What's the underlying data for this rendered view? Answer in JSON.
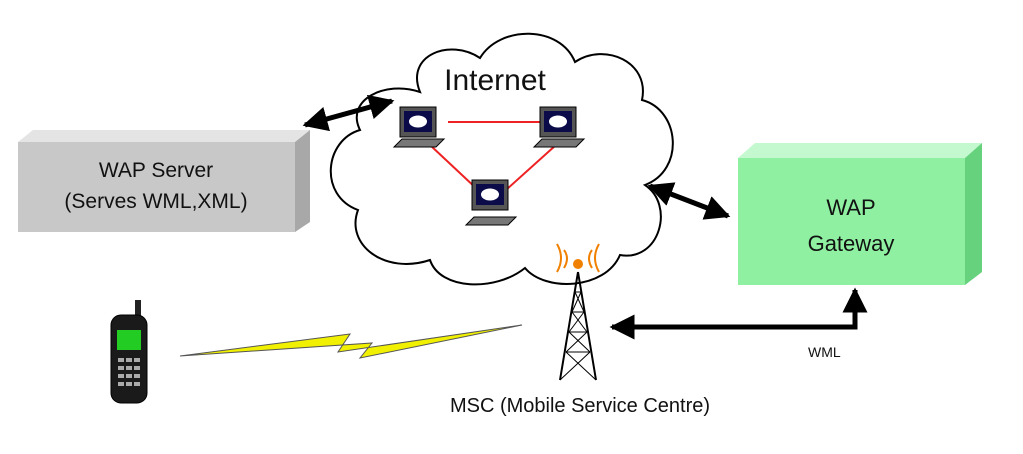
{
  "internet": {
    "label": "Internet"
  },
  "wap_server": {
    "line1": "WAP Server",
    "line2": "(Serves WML,XML)"
  },
  "wap_gateway": {
    "line1": "WAP",
    "line2": "Gateway"
  },
  "wml_label": "WML",
  "msc_label": "MSC (Mobile Service Centre)",
  "colors": {
    "server_front": "#c8c8c8",
    "server_top": "#e4e4e4",
    "server_side": "#a8a8a8",
    "gateway_front": "#8ff0a2",
    "gateway_top": "#c4f8cf",
    "gateway_side": "#66d27d",
    "network_link": "#ee2222",
    "signal_bolt": "#f0f000",
    "phone_screen": "#22cc22"
  },
  "icons": [
    "computer-icon",
    "cell-phone-icon",
    "antenna-tower-icon",
    "signal-bolt-icon",
    "double-arrow-icon"
  ]
}
